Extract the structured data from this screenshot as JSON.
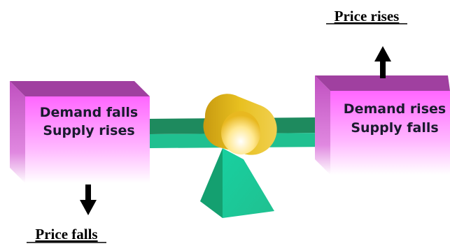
{
  "left_box": {
    "line1": "Demand falls",
    "line2": "Supply rises"
  },
  "right_box": {
    "line1": "Demand rises",
    "line2": "Supply falls"
  },
  "top_label": "Price rises",
  "bottom_label": "Price falls",
  "colors": {
    "box_front": "#ff66ff",
    "box_top": "#a040a0",
    "box_side": "#b848b8",
    "beam_top": "#1e8a5e",
    "beam_front": "#20c090",
    "pivot_cylinder": "#e8c020",
    "fulcrum": "#20c090",
    "arrow": "#000000"
  }
}
